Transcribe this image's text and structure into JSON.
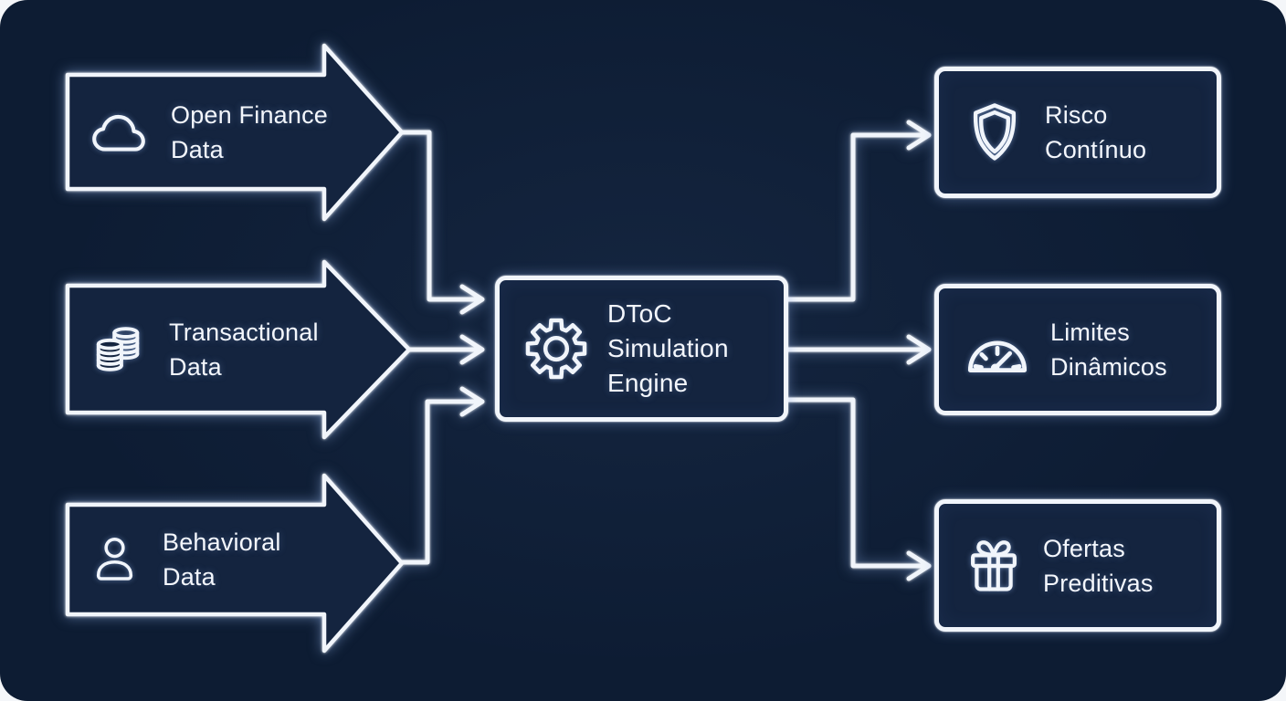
{
  "colors": {
    "page": "#F4F6F9",
    "background": "#0D1C33",
    "node_fill": "#14243F",
    "stroke": "#F1F5FB",
    "text": "#F4F7FD",
    "glow": "#8FB0E8"
  },
  "inputs": [
    {
      "id": "open-finance-data",
      "icon": "cloud-icon",
      "line1": "Open Finance",
      "line2": "Data"
    },
    {
      "id": "transactional-data",
      "icon": "coins-icon",
      "line1": "Transactional",
      "line2": "Data"
    },
    {
      "id": "behavioral-data",
      "icon": "user-icon",
      "line1": "Behavioral",
      "line2": "Data"
    }
  ],
  "engine": {
    "id": "dtoc-simulation-engine",
    "icon": "gear-icon",
    "line1": "DToC",
    "line2": "Simulation",
    "line3": "Engine"
  },
  "outputs": [
    {
      "id": "risco-continuo",
      "icon": "shield-icon",
      "line1": "Risco",
      "line2": "Contínuo"
    },
    {
      "id": "limites-dinamicos",
      "icon": "gauge-icon",
      "line1": "Limites",
      "line2": "Dinâmicos"
    },
    {
      "id": "ofertas-preditivas",
      "icon": "gift-icon",
      "line1": "Ofertas",
      "line2": "Preditivas"
    }
  ],
  "edges": [
    {
      "from": "open-finance-data",
      "to": "dtoc-simulation-engine"
    },
    {
      "from": "transactional-data",
      "to": "dtoc-simulation-engine"
    },
    {
      "from": "behavioral-data",
      "to": "dtoc-simulation-engine"
    },
    {
      "from": "dtoc-simulation-engine",
      "to": "risco-continuo"
    },
    {
      "from": "dtoc-simulation-engine",
      "to": "limites-dinamicos"
    },
    {
      "from": "dtoc-simulation-engine",
      "to": "ofertas-preditivas"
    }
  ]
}
